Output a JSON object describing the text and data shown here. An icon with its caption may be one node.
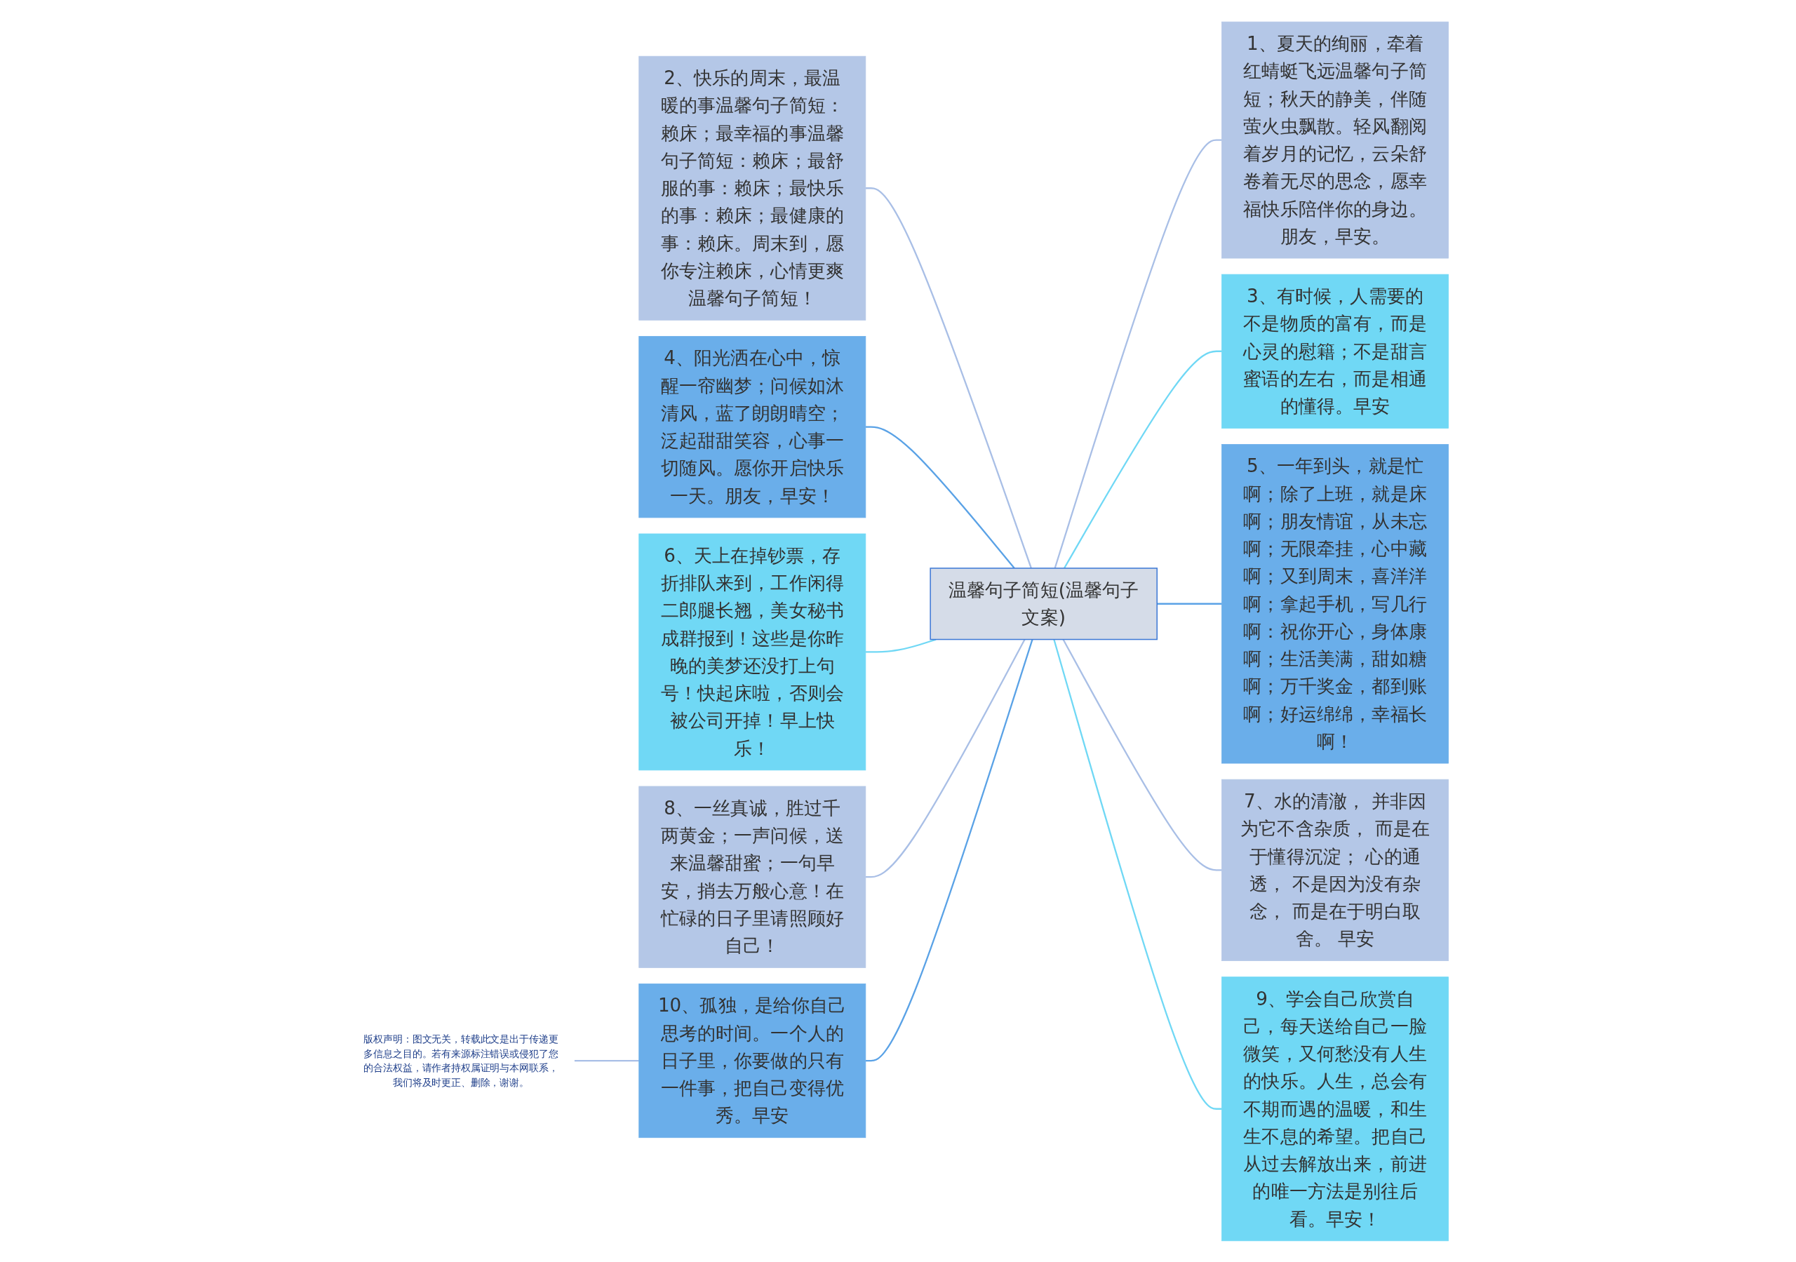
{
  "diagram": {
    "nodes": [
      {
        "text": [
          "温馨句子简短(温馨句子文案)"
        ]
      },
      {
        "text": [
          "1、夏天的绚丽，牵着红蜻蜓飞远温馨句子简短；秋天的静美，伴随萤火虫飘散。轻风翻阅着岁月的记忆，云朵舒卷着无尽的思念，愿幸福快乐陪伴你的身边。朋友，早安。"
        ]
      },
      {
        "text": [
          "2、快乐的周末，最温暖的事温馨句子简短：赖床；最幸福的事温馨句子简短：赖床；最舒服的事：赖床；最快乐的事：赖床；最健康的事：赖床。周末到，愿你专注赖床，心情更爽温馨句子简短！"
        ]
      },
      {
        "text": [
          "3、有时候，人需要的不是物质的富有，而是心灵的慰籍；不是甜言蜜语的左右，而是相通的懂得。早安"
        ]
      },
      {
        "text": [
          "4、阳光洒在心中，惊醒一帘幽梦；问候如沐清风，蓝了朗朗晴空；泛起甜甜笑容，心事一切随风。愿你开启快乐一天。朋友，早安！"
        ]
      },
      {
        "text": [
          "5、一年到头，就是忙啊；除了上班，就是床啊；朋友情谊，从未忘啊；无限牵挂，心中藏啊；又到周末，喜洋洋啊；拿起手机，写几行啊：祝你开心，身体康啊；生活美满，甜如糖啊；万千奖金，都到账啊；好运绵绵，幸福长啊！"
        ]
      },
      {
        "text": [
          "6、天上在掉钞票，存折排队来到，工作闲得二郎腿长翘，美女秘书成群报到！这些是你昨晚的美梦还没打上句号！快起床啦，否则会被公司开掉！早上快乐！"
        ]
      },
      {
        "text": [
          "7、水的清澈， 并非因为它不含杂质， 而是在于懂得沉淀； 心的通透， 不是因为没有杂念， 而是在于明白取舍。 早安"
        ]
      },
      {
        "text": [
          "8、一丝真诚，胜过千两黄金；一声问候，送来温馨甜蜜；一句早安，捎去万般心意！在忙碌的日子里请照顾好自己！"
        ]
      },
      {
        "text": [
          "9、学会自己欣赏自己，每天送给自己一脸微笑，又何愁没有人生的快乐。人生，总会有不期而遇的温暖，和生生不息的希望。把自己从过去解放出来，前进的唯一方法是别往后看。早安！"
        ]
      },
      {
        "text": [
          "10、孤独，是给你自己思考的时间。一个人的日子里，你要做的只有一件事，把自己变得优秀。早安"
        ]
      },
      {
        "text": [
          "版权声明：图文无关，转载此文是出于传递更多信息之目的。若有来源标注错误或侵犯了您的合法权益，请作者持权属证明与本网联系，我们将及时更正、删除，谢谢。"
        ]
      }
    ],
    "edges": [
      {
        "from": 0,
        "to": 1,
        "arrow": "none"
      },
      {
        "from": 0,
        "to": 2,
        "arrow": "none"
      },
      {
        "from": 0,
        "to": 3,
        "arrow": "none",
        "color": "#70d8f5"
      },
      {
        "from": 0,
        "to": 4,
        "arrow": "none",
        "color": "#5aa2e6"
      },
      {
        "from": 0,
        "to": 5,
        "arrow": "none",
        "color": "#5aa2e6"
      },
      {
        "from": 0,
        "to": 6,
        "arrow": "none",
        "color": "#70d8f5"
      },
      {
        "from": 0,
        "to": 7,
        "arrow": "none"
      },
      {
        "from": 0,
        "to": 8,
        "arrow": "none"
      },
      {
        "from": 0,
        "to": 9,
        "arrow": "none",
        "color": "#70d8f5"
      },
      {
        "from": 0,
        "to": 10,
        "arrow": "none",
        "color": "#5aa2e6"
      },
      {
        "from": 10,
        "to": 11,
        "arrow": "none"
      }
    ]
  }
}
